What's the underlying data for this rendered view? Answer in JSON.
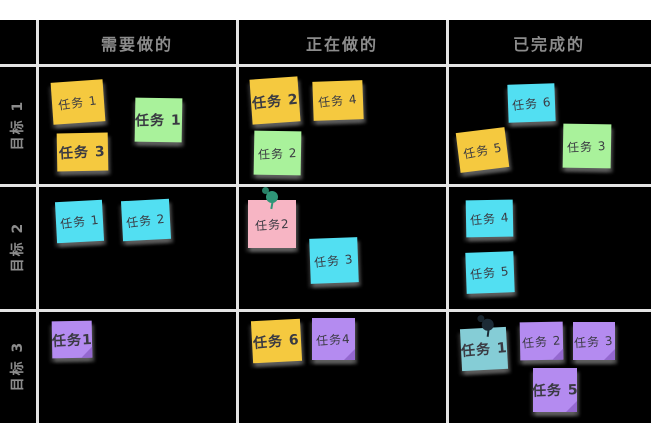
{
  "board": {
    "columns": [
      {
        "label": "需要做的"
      },
      {
        "label": "正在做的"
      },
      {
        "label": "已完成的"
      }
    ],
    "rows": [
      {
        "label": "目标 1"
      },
      {
        "label": "目标 2"
      },
      {
        "label": "目标 3"
      }
    ],
    "palette": {
      "board_bg": "#000000",
      "page_bg": "#ffffff",
      "grid_line": "#e4e4e4",
      "header_text": "#8c8c8c",
      "note_text": "#3a3a42",
      "yellow": "#F5C93F",
      "green": "#A9F29B",
      "cyan": "#52DFF2",
      "pink": "#F7B5C4",
      "purple": "#B48BF0",
      "teal": "#85CDD6",
      "pin_green": "#2F9678",
      "pin_dark": "#1C2B36"
    },
    "cells": [
      {
        "row": "目标 1",
        "column": "需要做的",
        "notes": [
          {
            "label": "任务 1",
            "color": "#F5C93F"
          },
          {
            "label": "任务 3",
            "color": "#F5C93F"
          },
          {
            "label": "任务 1",
            "color": "#A9F29B"
          }
        ]
      },
      {
        "row": "目标 1",
        "column": "正在做的",
        "notes": [
          {
            "label": "任务 2",
            "color": "#F5C93F"
          },
          {
            "label": "任务 4",
            "color": "#F5C93F"
          },
          {
            "label": "任务 2",
            "color": "#A9F29B"
          }
        ]
      },
      {
        "row": "目标 1",
        "column": "已完成的",
        "notes": [
          {
            "label": "任务 6",
            "color": "#52DFF2"
          },
          {
            "label": "任务 5",
            "color": "#F5C93F"
          },
          {
            "label": "任务 3",
            "color": "#A9F29B"
          }
        ]
      },
      {
        "row": "目标 2",
        "column": "需要做的",
        "notes": [
          {
            "label": "任务 1",
            "color": "#52DFF2"
          },
          {
            "label": "任务 2",
            "color": "#52DFF2"
          }
        ]
      },
      {
        "row": "目标 2",
        "column": "正在做的",
        "notes": [
          {
            "label": "任务2",
            "color": "#F7B5C4",
            "pin": "green-pushpin"
          },
          {
            "label": "任务 3",
            "color": "#52DFF2"
          }
        ]
      },
      {
        "row": "目标 2",
        "column": "已完成的",
        "notes": [
          {
            "label": "任务 4",
            "color": "#52DFF2"
          },
          {
            "label": "任务 5",
            "color": "#52DFF2"
          }
        ]
      },
      {
        "row": "目标 3",
        "column": "需要做的",
        "notes": [
          {
            "label": "任务1",
            "color": "#B48BF0"
          }
        ]
      },
      {
        "row": "目标 3",
        "column": "正在做的",
        "notes": [
          {
            "label": "任务 6",
            "color": "#F5C93F"
          },
          {
            "label": "任务4",
            "color": "#B48BF0"
          }
        ]
      },
      {
        "row": "目标 3",
        "column": "已完成的",
        "notes": [
          {
            "label": "任务 1",
            "color": "#85CDD6",
            "pin": "dark-pushpin"
          },
          {
            "label": "任务 2",
            "color": "#B48BF0"
          },
          {
            "label": "任务 3",
            "color": "#B48BF0"
          },
          {
            "label": "任务 5",
            "color": "#B48BF0"
          }
        ]
      }
    ]
  }
}
